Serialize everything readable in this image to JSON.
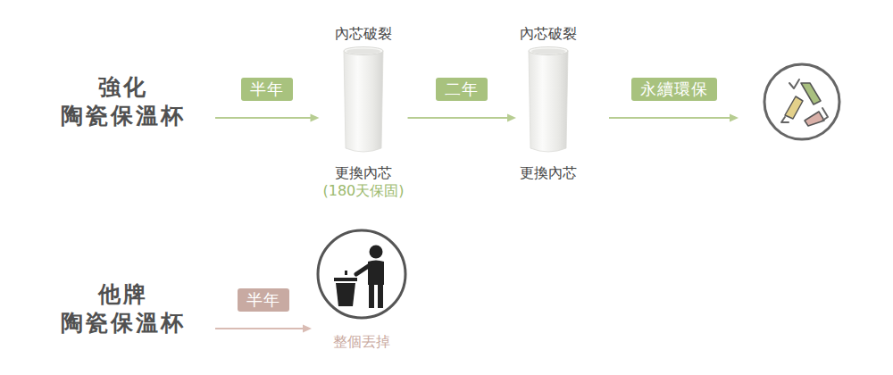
{
  "diagram": {
    "nodes": [
      {
        "text": [
          "強化 陶瓷保溫杯"
        ]
      },
      {
        "text": [
          "內芯破裂",
          "更換內芯",
          "(180天保固)"
        ]
      },
      {
        "text": [
          "內芯破裂",
          "更換內芯"
        ]
      },
      {
        "text": []
      },
      {
        "text": [
          "他牌 陶瓷保溫杯"
        ]
      },
      {
        "text": [
          "整個丟掉"
        ]
      }
    ],
    "edges": [
      {
        "from": 0,
        "to": 1,
        "label": "半年",
        "arrow": "to"
      },
      {
        "from": 1,
        "to": 2,
        "label": "二年",
        "arrow": "to"
      },
      {
        "from": 2,
        "to": 3,
        "label": "永續環保",
        "arrow": "to"
      },
      {
        "from": 4,
        "to": 5,
        "label": "半年",
        "arrow": "to"
      }
    ]
  }
}
